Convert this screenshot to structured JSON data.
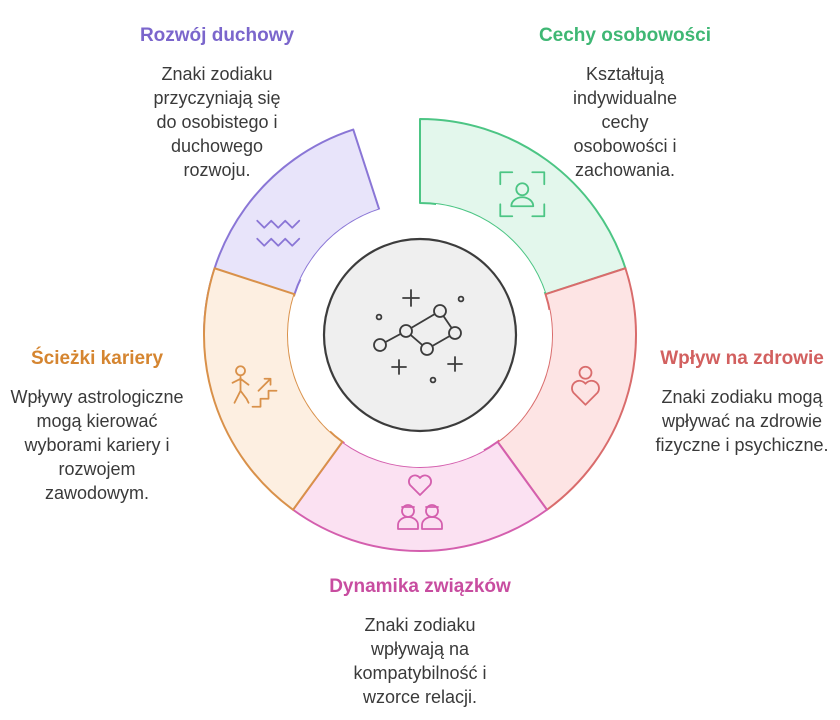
{
  "segments": [
    {
      "id": "rozwoj",
      "title": "Rozwój duchowy",
      "description": "Znaki zodiaku przyczyniają się do osobistego i duchowego rozwoju.",
      "icon": "waves-icon",
      "fill": "#E8E4FA",
      "stroke": "#8A76D6",
      "title_color": "#7B66CC"
    },
    {
      "id": "cechy",
      "title": "Cechy osobowości",
      "description": "Kształtują indywidualne cechy osobowości i zachowania.",
      "icon": "person-frame-icon",
      "fill": "#E3F7EC",
      "stroke": "#4CC584",
      "title_color": "#3FB774"
    },
    {
      "id": "zdrowie",
      "title": "Wpływ na zdrowie",
      "description": "Znaki zodiaku mogą wpływać na zdrowie fizyczne i psychiczne.",
      "icon": "health-person-icon",
      "fill": "#FDE4E4",
      "stroke": "#D96C6C",
      "title_color": "#D2605F"
    },
    {
      "id": "zwiazki",
      "title": "Dynamika związków",
      "description": "Znaki zodiaku wpływają na kompatybilność i wzorce relacji.",
      "icon": "couple-heart-icon",
      "fill": "#FBE1F2",
      "stroke": "#D45FAE",
      "title_color": "#C84DA0"
    },
    {
      "id": "kariera",
      "title": "Ścieżki kariery",
      "description": "Wpływy astrologiczne mogą kierować wyborami kariery i rozwojem zawodowym.",
      "icon": "career-stairs-icon",
      "fill": "#FDEFE1",
      "stroke": "#D9914A",
      "title_color": "#D58530"
    }
  ],
  "center": {
    "icon": "constellation-icon",
    "fill": "#EFEFEF",
    "stroke": "#3c3c3c"
  }
}
